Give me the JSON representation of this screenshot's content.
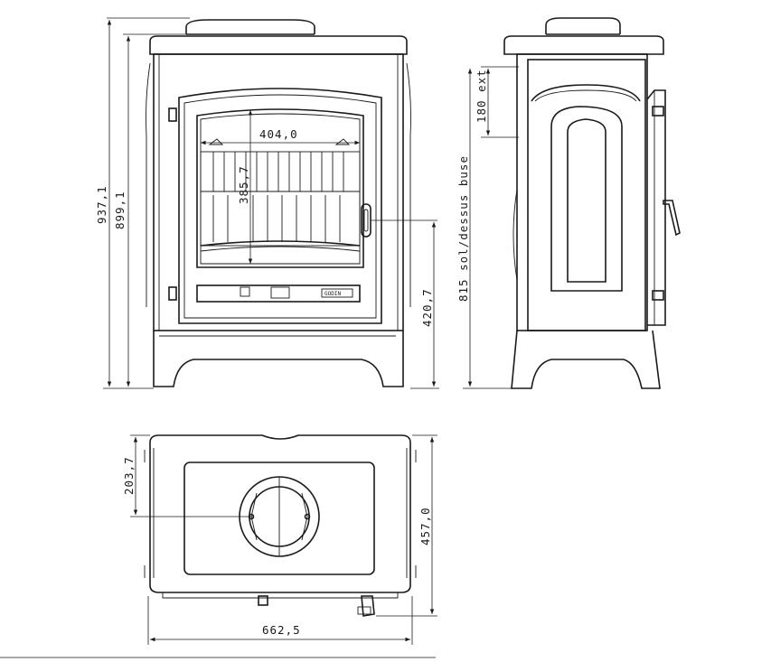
{
  "views": {
    "front": "front-view",
    "side": "side-view",
    "top": "top-view"
  },
  "dimensions": {
    "total_height": "937,1",
    "body_height": "899,1",
    "window_width": "404,0",
    "window_height": "385,7",
    "handle_height": "420,7",
    "outlet_height": "815 sol/dessus buse",
    "outlet_ext": "180 ext",
    "outlet_depth": "203,7",
    "total_depth": "457,0",
    "total_width": "662,5"
  },
  "brand_plate": "GODIN"
}
